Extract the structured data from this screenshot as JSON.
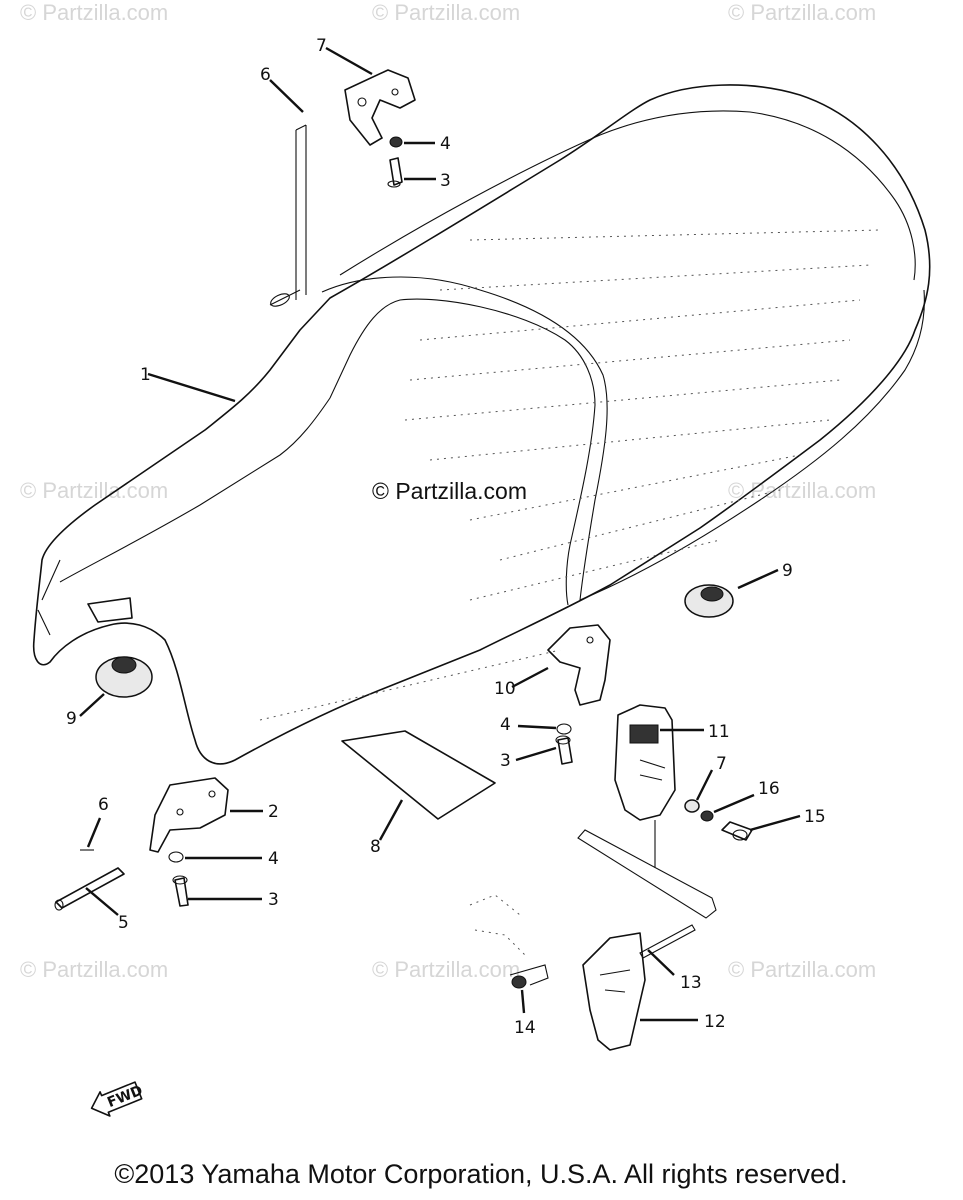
{
  "watermarks": {
    "top_left": "© Partzilla.com",
    "top_center": "© Partzilla.com",
    "top_right": "© Partzilla.com",
    "mid_left": "© Partzilla.com",
    "mid_center": "© Partzilla.com",
    "mid_right": "© Partzilla.com",
    "bottom_left": "© Partzilla.com",
    "bottom_center": "© Partzilla.com",
    "bottom_right": "© Partzilla.com"
  },
  "callouts": {
    "c1": "1",
    "c2": "2",
    "c3_top": "3",
    "c3_mid": "3",
    "c3_low": "3",
    "c4_top": "4",
    "c4_mid": "4",
    "c4_low": "4",
    "c5": "5",
    "c6_top": "6",
    "c6_low": "6",
    "c7_top": "7",
    "c7_right": "7",
    "c8": "8",
    "c9_left": "9",
    "c9_right": "9",
    "c10": "10",
    "c11": "11",
    "c12": "12",
    "c13": "13",
    "c14": "14",
    "c15": "15",
    "c16": "16"
  },
  "direction_tag": "FWD",
  "copyright": "©2013 Yamaha Motor Corporation, U.S.A. All rights reserved."
}
